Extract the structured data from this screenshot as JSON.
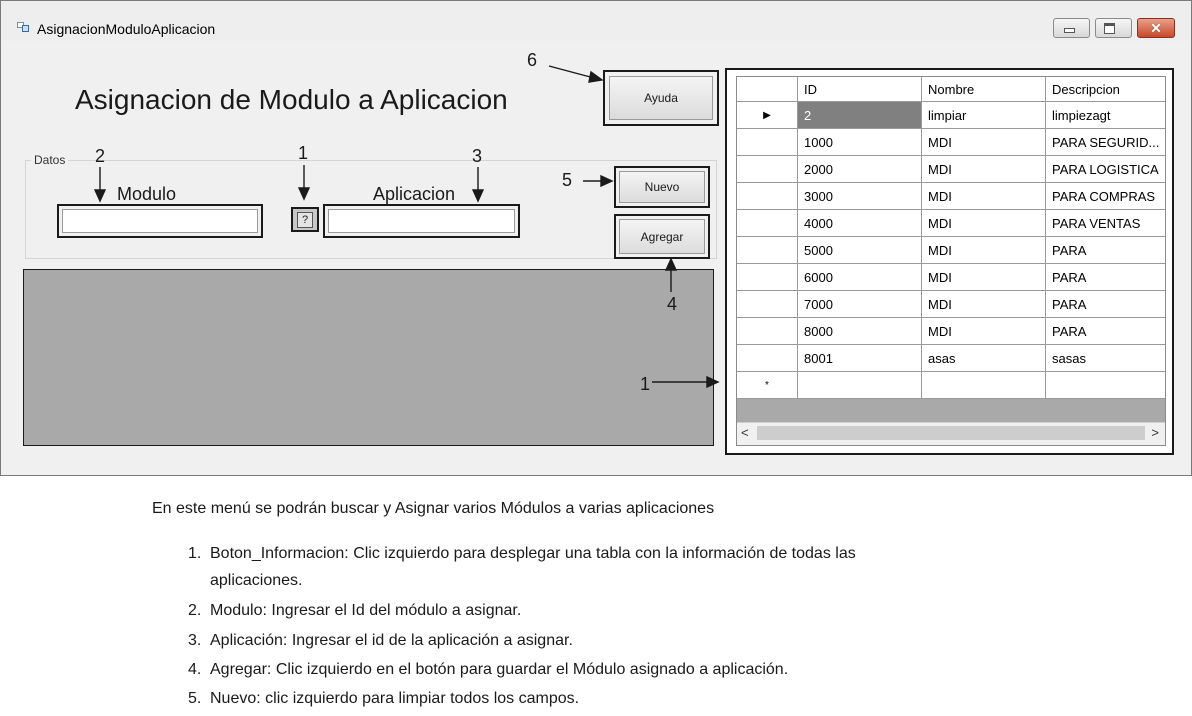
{
  "window": {
    "title": "AsignacionModuloAplicacion",
    "close_label": "✕"
  },
  "form": {
    "heading": "Asignacion de Modulo a Aplicacion",
    "group_label": "Datos",
    "modulo_label": "Modulo",
    "aplicacion_label": "Aplicacion",
    "modulo_value": "",
    "aplicacion_value": "",
    "info_button_label": "?",
    "ayuda_button": "Ayuda",
    "nuevo_button": "Nuevo",
    "agregar_button": "Agregar"
  },
  "annotations": {
    "n1a": "1",
    "n1b": "1",
    "n2": "2",
    "n3": "3",
    "n4": "4",
    "n5": "5",
    "n6": "6"
  },
  "grid": {
    "columns": [
      "ID",
      "Nombre",
      "Descripcion"
    ],
    "current_row_marker": "▶",
    "new_row_marker": "*",
    "rows": [
      [
        "2",
        "limpiar",
        "limpiezagt"
      ],
      [
        "1000",
        "MDI",
        "PARA SEGURID..."
      ],
      [
        "2000",
        "MDI",
        "PARA LOGISTICA"
      ],
      [
        "3000",
        "MDI",
        "PARA COMPRAS"
      ],
      [
        "4000",
        "MDI",
        "PARA VENTAS"
      ],
      [
        "5000",
        "MDI",
        "PARA"
      ],
      [
        "6000",
        "MDI",
        "PARA"
      ],
      [
        "7000",
        "MDI",
        "PARA"
      ],
      [
        "8000",
        "MDI",
        "PARA"
      ],
      [
        "8001",
        "asas",
        "sasas"
      ]
    ],
    "scroll_left": "<",
    "scroll_right": ">"
  },
  "doc": {
    "intro": "En este menú se podrán buscar y Asignar varios Módulos a varias aplicaciones",
    "items": [
      {
        "n": "1.",
        "line1": "Boton_Informacion: Clic izquierdo para desplegar una tabla con la información de todas las",
        "line2": "aplicaciones."
      },
      {
        "n": "2.",
        "line1": "Modulo: Ingresar el Id del módulo a asignar."
      },
      {
        "n": "3.",
        "line1": "Aplicación: Ingresar el id de la aplicación a asignar."
      },
      {
        "n": "4.",
        "line1": "Agregar: Clic izquierdo en el botón para guardar el Módulo asignado a aplicación."
      },
      {
        "n": "5.",
        "line1": "Nuevo: clic izquierdo para limpiar todos los campos."
      }
    ]
  }
}
